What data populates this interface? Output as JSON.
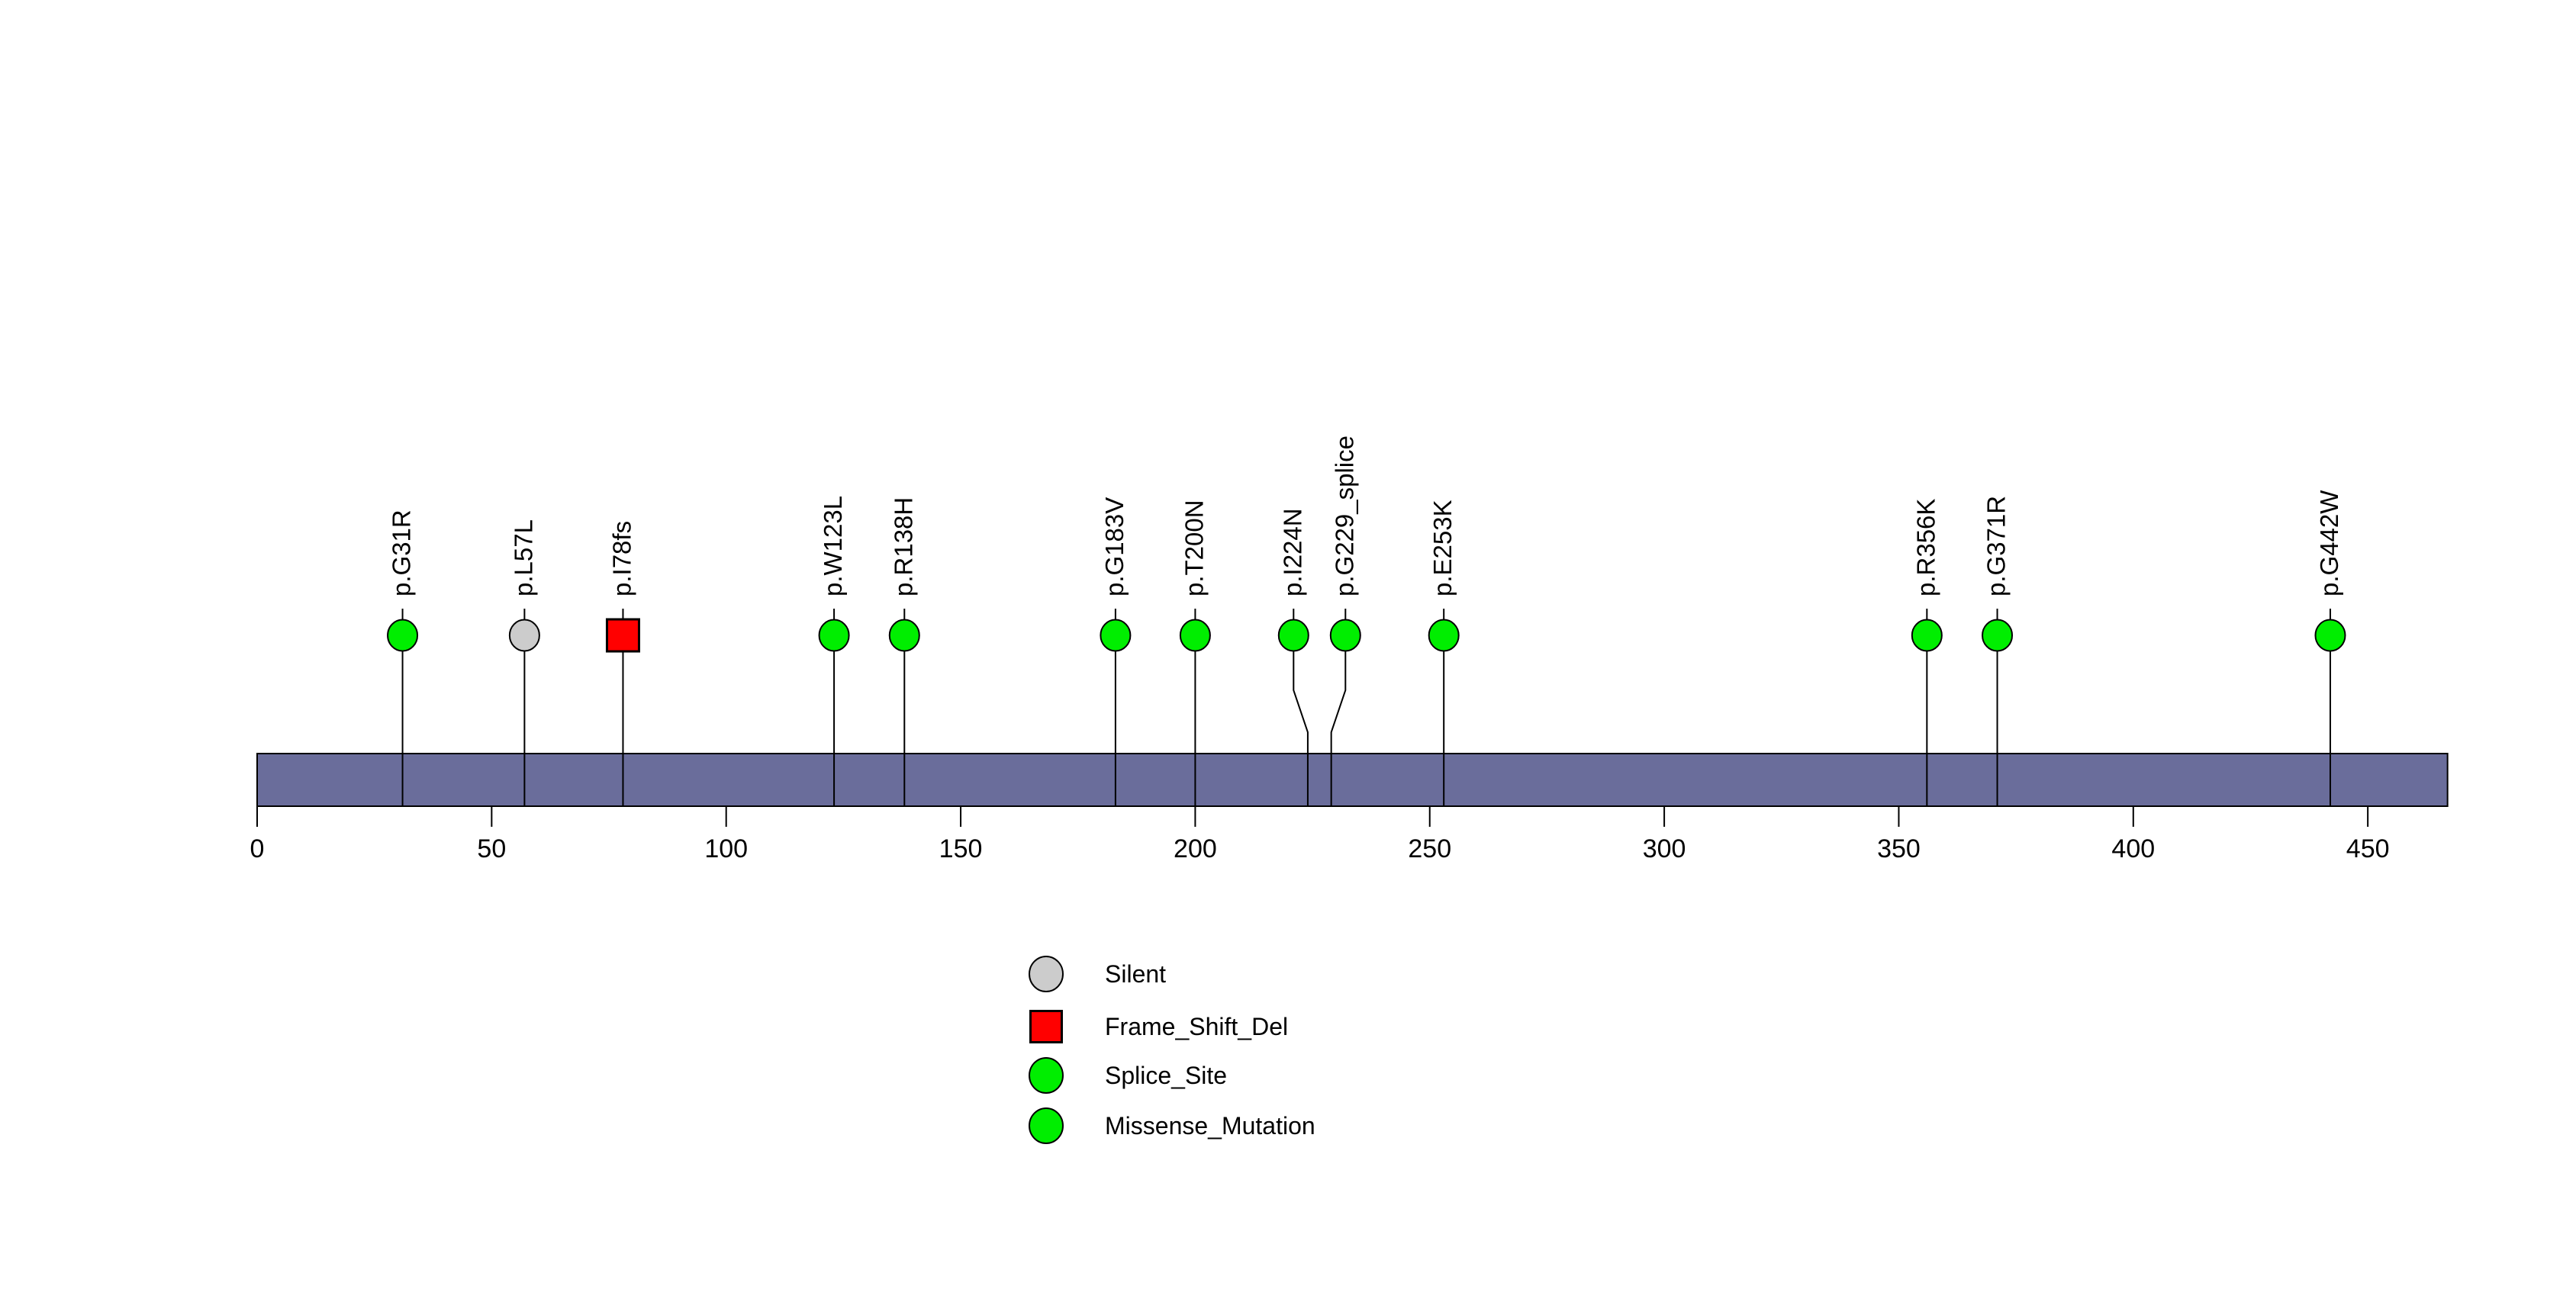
{
  "figure": {
    "background": "#FFFFFF"
  },
  "chart_data": {
    "type": "scatter",
    "subtype": "lollipop-mutation-plot",
    "title": "",
    "xlabel": "",
    "ylabel": "",
    "xlim": [
      0,
      467
    ],
    "x_ticks": [
      0,
      50,
      100,
      150,
      200,
      250,
      300,
      350,
      400,
      450
    ],
    "grid": false,
    "protein_bar": {
      "start": 0,
      "end": 467,
      "fill_color": "#6A6D9B",
      "border_color": "#000000"
    },
    "mutations": [
      {
        "label": "p.G31R",
        "position": 31,
        "class": "Silent_or_type",
        "mutation_class": "Missense_Mutation"
      },
      {
        "label": "p.L57L",
        "position": 57,
        "mutation_class": "Silent"
      },
      {
        "label": "p.I78fs",
        "position": 78,
        "mutation_class": "Frame_Shift_Del"
      },
      {
        "label": "p.W123L",
        "position": 123,
        "mutation_class": "Missense_Mutation"
      },
      {
        "label": "p.R138H",
        "position": 138,
        "mutation_class": "Missense_Mutation"
      },
      {
        "label": "p.G183V",
        "position": 183,
        "mutation_class": "Missense_Mutation"
      },
      {
        "label": "p.T200N",
        "position": 200,
        "mutation_class": "Missense_Mutation"
      },
      {
        "label": "p.I224N",
        "position": 224,
        "mutation_class": "Missense_Mutation"
      },
      {
        "label": "p.G229_splice",
        "position": 229,
        "mutation_class": "Splice_Site"
      },
      {
        "label": "p.E253K",
        "position": 253,
        "mutation_class": "Missense_Mutation"
      },
      {
        "label": "p.R356K",
        "position": 356,
        "mutation_class": "Missense_Mutation"
      },
      {
        "label": "p.G371R",
        "position": 371,
        "mutation_class": "Missense_Mutation"
      },
      {
        "label": "p.G442W",
        "position": 442,
        "mutation_class": "Missense_Mutation"
      }
    ],
    "classes": {
      "Silent": {
        "color": "#CCCCCC",
        "shape": "circle"
      },
      "Frame_Shift_Del": {
        "color": "#FF0000",
        "shape": "square"
      },
      "Splice_Site": {
        "color": "#00EE00",
        "shape": "circle"
      },
      "Missense_Mutation": {
        "color": "#00EE00",
        "shape": "circle"
      }
    },
    "legend": {
      "position": "bottom-center",
      "entries": [
        "Silent",
        "Frame_Shift_Del",
        "Splice_Site",
        "Missense_Mutation"
      ]
    }
  }
}
